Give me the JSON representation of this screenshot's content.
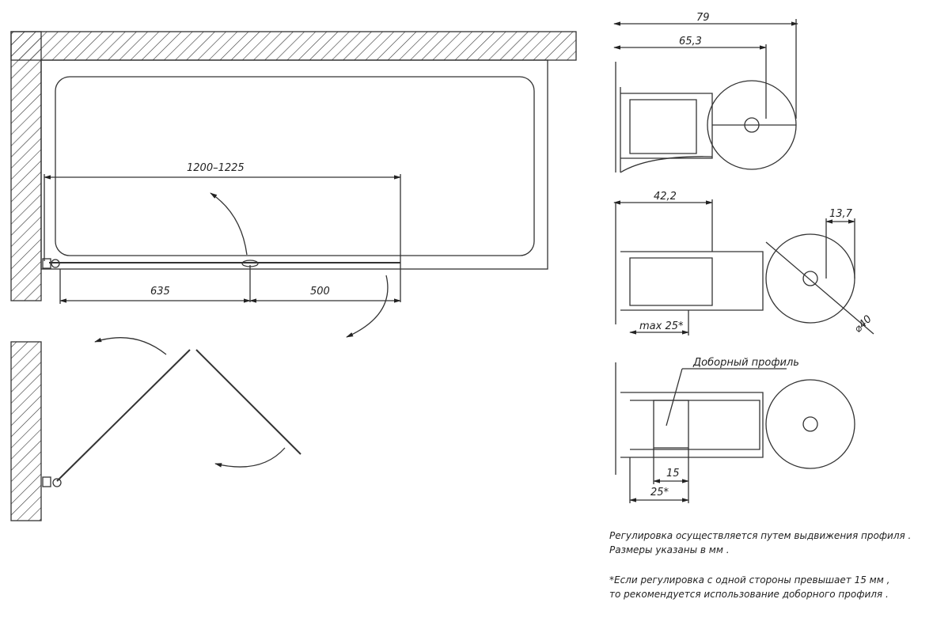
{
  "plan": {
    "dim_total": "1200–1225",
    "dim_left": "635",
    "dim_right": "500"
  },
  "profile_1": {
    "dim_overall": "79",
    "dim_inner": "65,3"
  },
  "profile_2": {
    "dim_width": "42,2",
    "dim_gap": "13,7",
    "dim_max": "max 25*",
    "dim_diameter": "⌀40"
  },
  "profile_3": {
    "label_extra": "Доборный профиль",
    "dim_15": "15",
    "dim_25": "25*"
  },
  "notes": {
    "line1": "Регулировка осуществляется путем выдвижения профиля .",
    "line2": "Размеры указаны в мм .",
    "line3": "*Если регулировка с одной стороны превышает  15 мм ,",
    "line4": "то рекомендуется использование доборного профиля ."
  }
}
